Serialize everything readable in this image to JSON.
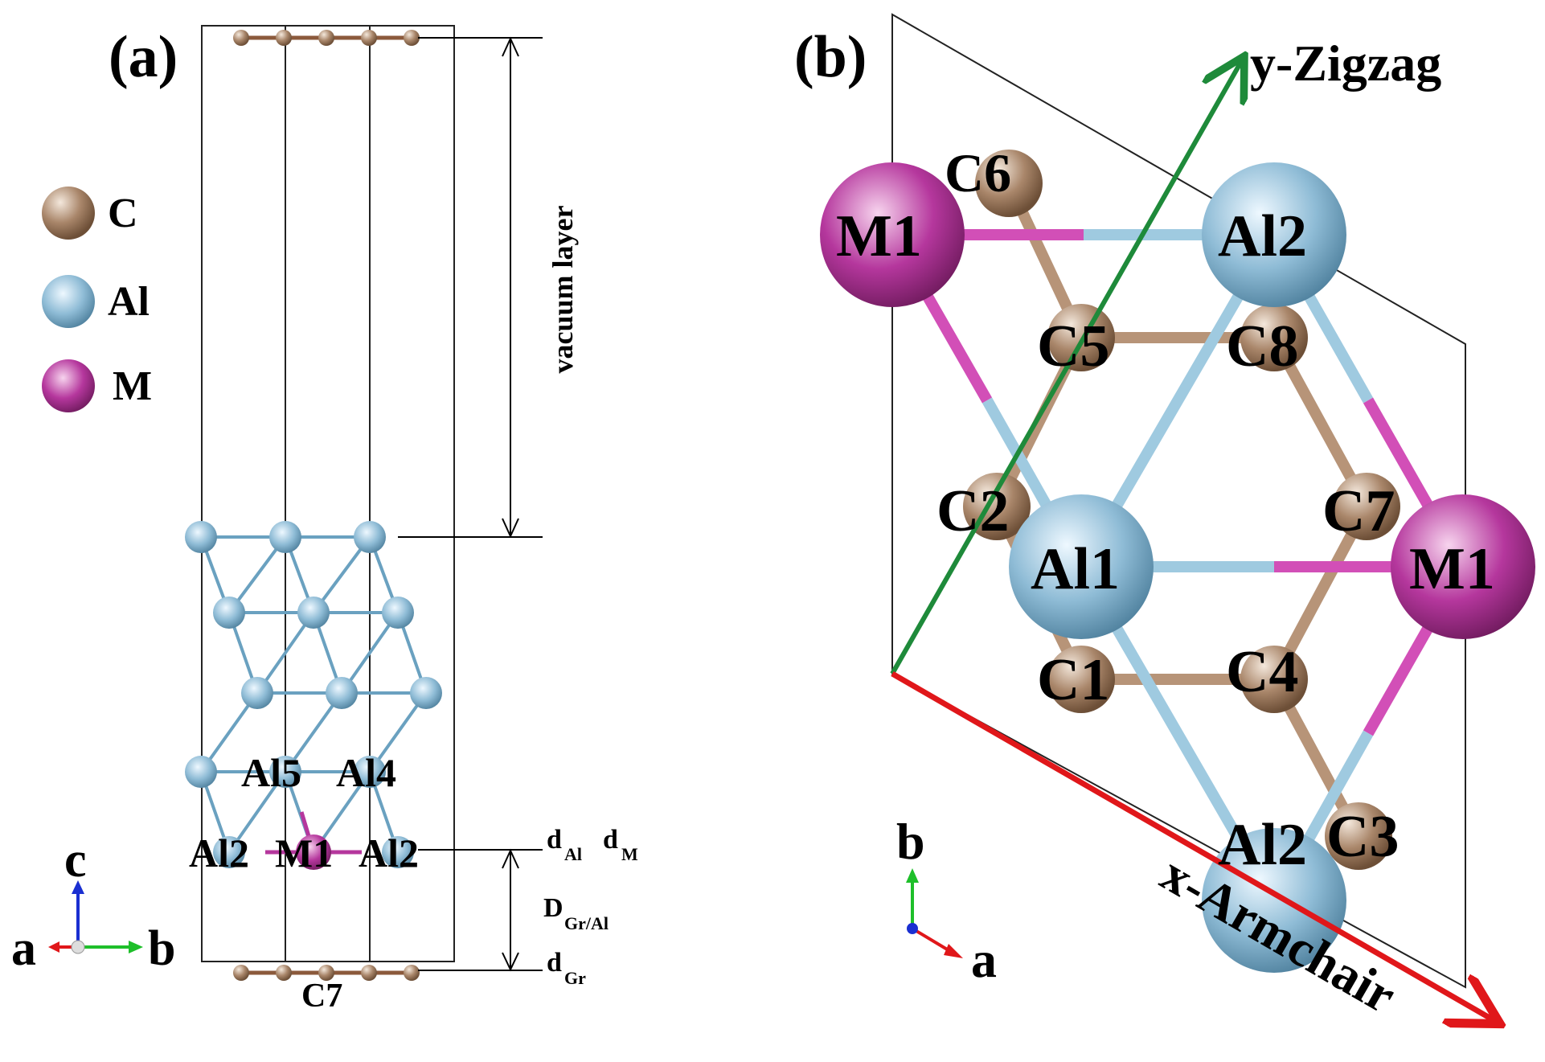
{
  "panel_a": {
    "label": "(a)",
    "legend": [
      {
        "symbol": "C",
        "color": "#a9866a"
      },
      {
        "symbol": "Al",
        "color": "#8fbcd6"
      },
      {
        "symbol": "M",
        "color": "#b5379d"
      }
    ],
    "vacuum_label": "vacuum layer",
    "atom_labels": {
      "al5": "Al5",
      "al4": "Al4",
      "al2_left": "Al2",
      "m1": "M1",
      "al2_right": "Al2",
      "c7": "C7"
    },
    "dims": {
      "d_al": "d",
      "d_al_sub": "Al",
      "d_m": "d",
      "d_m_sub": "M",
      "d_grAl": "D",
      "d_grAl_sub": "Gr/Al",
      "d_gr": "d",
      "d_gr_sub": "Gr"
    },
    "axes": {
      "c": "c",
      "a": "a",
      "b": "b"
    }
  },
  "panel_b": {
    "label": "(b)",
    "atoms": {
      "m1_top": "M1",
      "c6": "C6",
      "al2_top": "Al2",
      "c5": "C5",
      "c8": "C8",
      "c2": "C2",
      "al1": "Al1",
      "c7": "C7",
      "m1_right": "M1",
      "c1": "C1",
      "c4": "C4",
      "al2_bottom": "Al2",
      "c3": "C3"
    },
    "zigzag_label": "y-Zigzag",
    "armchair_label": "x-Armchair",
    "axes": {
      "b": "b",
      "a": "a"
    }
  },
  "colors": {
    "carbon": "#a9866a",
    "aluminum": "#8fbcd6",
    "metal": "#b5379d",
    "zigzag_arrow": "#1e8a3a",
    "armchair_arrow": "#e0171a"
  }
}
